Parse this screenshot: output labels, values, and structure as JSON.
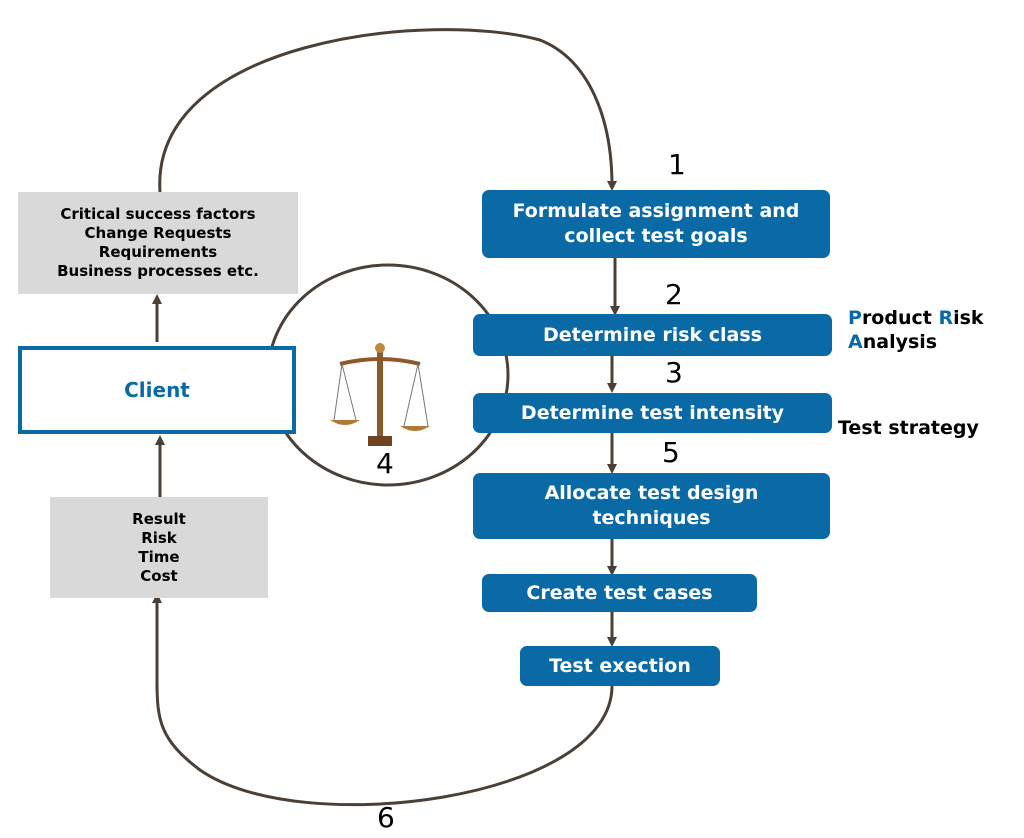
{
  "steps": [
    {
      "label": "Formulate assignment and collect test goals"
    },
    {
      "label": "Determine risk class"
    },
    {
      "label": "Determine test intensity"
    },
    {
      "label": "Allocate test design techniques"
    },
    {
      "label": "Create test cases"
    },
    {
      "label": "Test exection"
    }
  ],
  "numbers": {
    "n1": "1",
    "n2": "2",
    "n3": "3",
    "n4": "4",
    "n5": "5",
    "n6": "6"
  },
  "inputs_box": {
    "lines": [
      "Critical success factors",
      "Change Requests",
      "Requirements",
      "Business processes etc."
    ]
  },
  "client": {
    "label": "Client"
  },
  "results_box": {
    "lines": [
      "Result",
      "Risk",
      "Time",
      "Cost"
    ]
  },
  "annotations": {
    "pra_line1_p": "P",
    "pra_line1_a": "roduct ",
    "pra_line1_r": "R",
    "pra_line1_b": "isk",
    "pra_line2_a": "A",
    "pra_line2_b": "nalysis",
    "test_strategy": "Test strategy"
  },
  "icons": {
    "balance": "balance-scale-icon"
  },
  "colors": {
    "accent": "#0a6aa6",
    "gray_box": "#d9d9d9",
    "connector": "#4a4038"
  }
}
